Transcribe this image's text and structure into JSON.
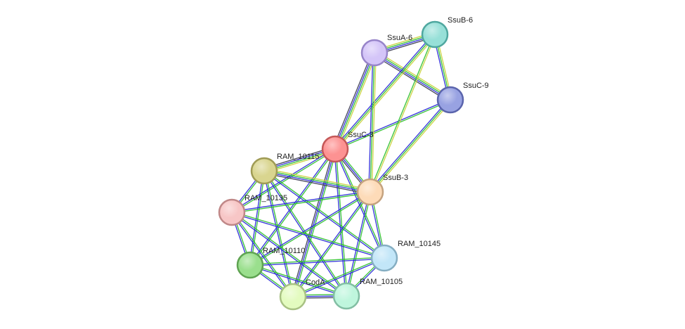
{
  "network": {
    "nodes": [
      {
        "id": "SsuB-6",
        "label": "SsuB-6",
        "fill": "#97e0d8",
        "stroke": "#4fa79f"
      },
      {
        "id": "SsuA-6",
        "label": "SsuA-6",
        "fill": "#d4c5f8",
        "stroke": "#9784c9"
      },
      {
        "id": "SsuC-9",
        "label": "SsuC-9",
        "fill": "#98a2e2",
        "stroke": "#5a64ac"
      },
      {
        "id": "SsuC-3",
        "label": "SsuC-3",
        "fill": "#fd9292",
        "stroke": "#c45858"
      },
      {
        "id": "RAM_10115",
        "label": "RAM_10115",
        "fill": "#d9d58f",
        "stroke": "#9f9b55"
      },
      {
        "id": "SsuB-3",
        "label": "SsuB-3",
        "fill": "#fddbb8",
        "stroke": "#c4a27f"
      },
      {
        "id": "RAM_10135",
        "label": "RAM_10135",
        "fill": "#f7c6c6",
        "stroke": "#c08888"
      },
      {
        "id": "RAM_10110",
        "label": "RAM_10110",
        "fill": "#9adf8d",
        "stroke": "#5fa352"
      },
      {
        "id": "RAM_10145",
        "label": "RAM_10145",
        "fill": "#c2e6f8",
        "stroke": "#85aec2"
      },
      {
        "id": "CodA",
        "label": "CodA",
        "fill": "#e3fbbf",
        "stroke": "#a8c183"
      },
      {
        "id": "RAM_10105",
        "label": "RAM_10105",
        "fill": "#bff6dd",
        "stroke": "#82bea3"
      }
    ],
    "edge_colors": {
      "green": "#2ec02e",
      "blue": "#2a2ad8",
      "yellow": "#c9d23a",
      "dark": "#3a3a52"
    },
    "edges": [
      {
        "a": "SsuA-6",
        "b": "SsuB-6",
        "types": [
          "yellow",
          "green",
          "blue",
          "dark"
        ]
      },
      {
        "a": "SsuA-6",
        "b": "SsuC-9",
        "types": [
          "yellow",
          "green",
          "blue",
          "dark"
        ]
      },
      {
        "a": "SsuB-6",
        "b": "SsuC-9",
        "types": [
          "yellow",
          "green",
          "blue"
        ]
      },
      {
        "a": "SsuA-6",
        "b": "SsuC-3",
        "types": [
          "yellow",
          "green",
          "blue",
          "dark"
        ]
      },
      {
        "a": "SsuB-6",
        "b": "SsuC-3",
        "types": [
          "yellow",
          "green",
          "blue"
        ]
      },
      {
        "a": "SsuC-9",
        "b": "SsuC-3",
        "types": [
          "green",
          "blue"
        ]
      },
      {
        "a": "SsuA-6",
        "b": "SsuB-3",
        "types": [
          "yellow",
          "green",
          "blue"
        ]
      },
      {
        "a": "SsuC-9",
        "b": "SsuB-3",
        "types": [
          "yellow",
          "green",
          "blue"
        ]
      },
      {
        "a": "SsuB-6",
        "b": "SsuB-3",
        "types": [
          "yellow",
          "green"
        ]
      },
      {
        "a": "SsuC-3",
        "b": "RAM_10115",
        "types": [
          "yellow",
          "green",
          "blue",
          "dark"
        ]
      },
      {
        "a": "SsuC-3",
        "b": "SsuB-3",
        "types": [
          "green",
          "blue",
          "dark"
        ]
      },
      {
        "a": "SsuC-3",
        "b": "RAM_10135",
        "types": [
          "green",
          "blue"
        ]
      },
      {
        "a": "SsuC-3",
        "b": "RAM_10110",
        "types": [
          "green",
          "blue"
        ]
      },
      {
        "a": "SsuC-3",
        "b": "CodA",
        "types": [
          "green",
          "blue",
          "dark"
        ]
      },
      {
        "a": "SsuC-3",
        "b": "RAM_10105",
        "types": [
          "green",
          "blue"
        ]
      },
      {
        "a": "SsuC-3",
        "b": "RAM_10145",
        "types": [
          "green",
          "blue"
        ]
      },
      {
        "a": "RAM_10115",
        "b": "SsuB-3",
        "types": [
          "yellow",
          "green",
          "blue",
          "dark"
        ]
      },
      {
        "a": "RAM_10115",
        "b": "RAM_10135",
        "types": [
          "green",
          "blue"
        ]
      },
      {
        "a": "RAM_10115",
        "b": "RAM_10110",
        "types": [
          "green",
          "blue"
        ]
      },
      {
        "a": "RAM_10115",
        "b": "CodA",
        "types": [
          "green",
          "blue"
        ]
      },
      {
        "a": "RAM_10115",
        "b": "RAM_10105",
        "types": [
          "green",
          "blue"
        ]
      },
      {
        "a": "RAM_10115",
        "b": "RAM_10145",
        "types": [
          "green",
          "blue"
        ]
      },
      {
        "a": "SsuB-3",
        "b": "RAM_10135",
        "types": [
          "green",
          "blue"
        ]
      },
      {
        "a": "SsuB-3",
        "b": "RAM_10110",
        "types": [
          "green",
          "blue"
        ]
      },
      {
        "a": "SsuB-3",
        "b": "CodA",
        "types": [
          "green",
          "blue"
        ]
      },
      {
        "a": "SsuB-3",
        "b": "RAM_10105",
        "types": [
          "green",
          "blue"
        ]
      },
      {
        "a": "SsuB-3",
        "b": "RAM_10145",
        "types": [
          "green",
          "blue"
        ]
      },
      {
        "a": "RAM_10135",
        "b": "RAM_10110",
        "types": [
          "green",
          "blue"
        ]
      },
      {
        "a": "RAM_10135",
        "b": "CodA",
        "types": [
          "green",
          "blue"
        ]
      },
      {
        "a": "RAM_10135",
        "b": "RAM_10105",
        "types": [
          "green",
          "blue"
        ]
      },
      {
        "a": "RAM_10135",
        "b": "RAM_10145",
        "types": [
          "green",
          "blue"
        ]
      },
      {
        "a": "RAM_10110",
        "b": "CodA",
        "types": [
          "green",
          "blue"
        ]
      },
      {
        "a": "RAM_10110",
        "b": "RAM_10105",
        "types": [
          "green",
          "blue"
        ]
      },
      {
        "a": "RAM_10110",
        "b": "RAM_10145",
        "types": [
          "green",
          "blue"
        ]
      },
      {
        "a": "CodA",
        "b": "RAM_10105",
        "types": [
          "green",
          "blue",
          "dark"
        ]
      },
      {
        "a": "CodA",
        "b": "RAM_10145",
        "types": [
          "green",
          "blue"
        ]
      },
      {
        "a": "RAM_10105",
        "b": "RAM_10145",
        "types": [
          "green",
          "blue"
        ]
      }
    ]
  }
}
